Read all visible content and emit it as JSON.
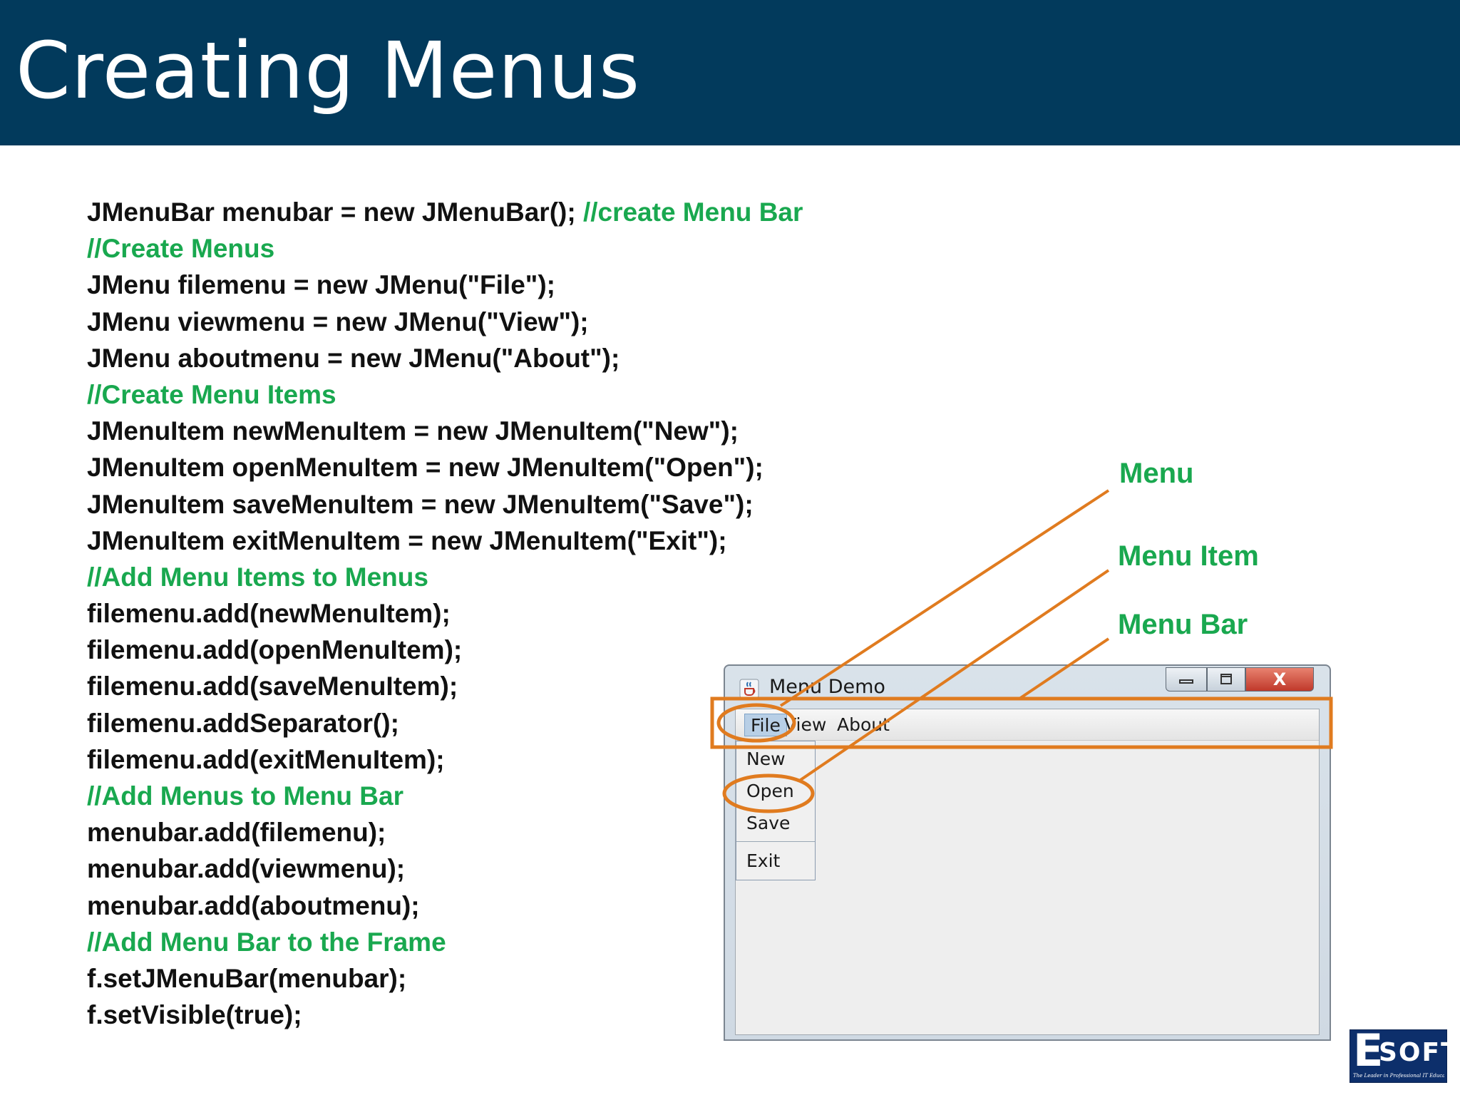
{
  "slide": {
    "title": "Creating Menus",
    "code_lines": [
      {
        "code": "JMenuBar menubar = new JMenuBar(); ",
        "comment": "//create Menu Bar"
      },
      {
        "code": "",
        "comment": "//Create Menus"
      },
      {
        "code": "JMenu filemenu = new JMenu(\"File\");",
        "comment": ""
      },
      {
        "code": "JMenu viewmenu = new JMenu(\"View\");",
        "comment": ""
      },
      {
        "code": "JMenu aboutmenu = new JMenu(\"About\");",
        "comment": ""
      },
      {
        "code": "",
        "comment": "//Create Menu Items"
      },
      {
        "code": "JMenuItem newMenuItem = new JMenuItem(\"New\");",
        "comment": ""
      },
      {
        "code": "JMenuItem openMenuItem = new JMenuItem(\"Open\");",
        "comment": ""
      },
      {
        "code": "JMenuItem saveMenuItem = new JMenuItem(\"Save\");",
        "comment": ""
      },
      {
        "code": "JMenuItem exitMenuItem = new JMenuItem(\"Exit\");",
        "comment": ""
      },
      {
        "code": "",
        "comment": "//Add Menu Items to Menus"
      },
      {
        "code": "filemenu.add(newMenuItem);",
        "comment": ""
      },
      {
        "code": "filemenu.add(openMenuItem);",
        "comment": ""
      },
      {
        "code": "filemenu.add(saveMenuItem);",
        "comment": ""
      },
      {
        "code": "filemenu.addSeparator();",
        "comment": ""
      },
      {
        "code": "filemenu.add(exitMenuItem);",
        "comment": ""
      },
      {
        "code": "",
        "comment": "//Add Menus to Menu Bar"
      },
      {
        "code": "menubar.add(filemenu);",
        "comment": ""
      },
      {
        "code": "menubar.add(viewmenu);",
        "comment": ""
      },
      {
        "code": "menubar.add(aboutmenu);",
        "comment": ""
      },
      {
        "code": "",
        "comment": "//Add Menu Bar to the Frame"
      },
      {
        "code": "f.setJMenuBar(menubar);",
        "comment": ""
      },
      {
        "code": "f.setVisible(true);",
        "comment": ""
      }
    ],
    "callouts": {
      "menu": "Menu",
      "menu_item": "Menu Item",
      "menu_bar": "Menu Bar"
    },
    "colors": {
      "header_bg": "#023a5c",
      "comment_green": "#19a84f",
      "annotation_orange": "#e07b1f"
    }
  },
  "demo_window": {
    "title": "Menu Demo",
    "menus": [
      "File",
      "View",
      "About"
    ],
    "file_items": [
      "New",
      "Open",
      "Save",
      "Exit"
    ],
    "controls": {
      "minimize_icon": "minimize-icon",
      "maximize_icon": "maximize-icon",
      "close_icon": "close-icon",
      "close_glyph": "X"
    }
  },
  "logo": {
    "letter": "E",
    "text": "SOFT",
    "tagline": "The Leader in Professional IT Education"
  }
}
